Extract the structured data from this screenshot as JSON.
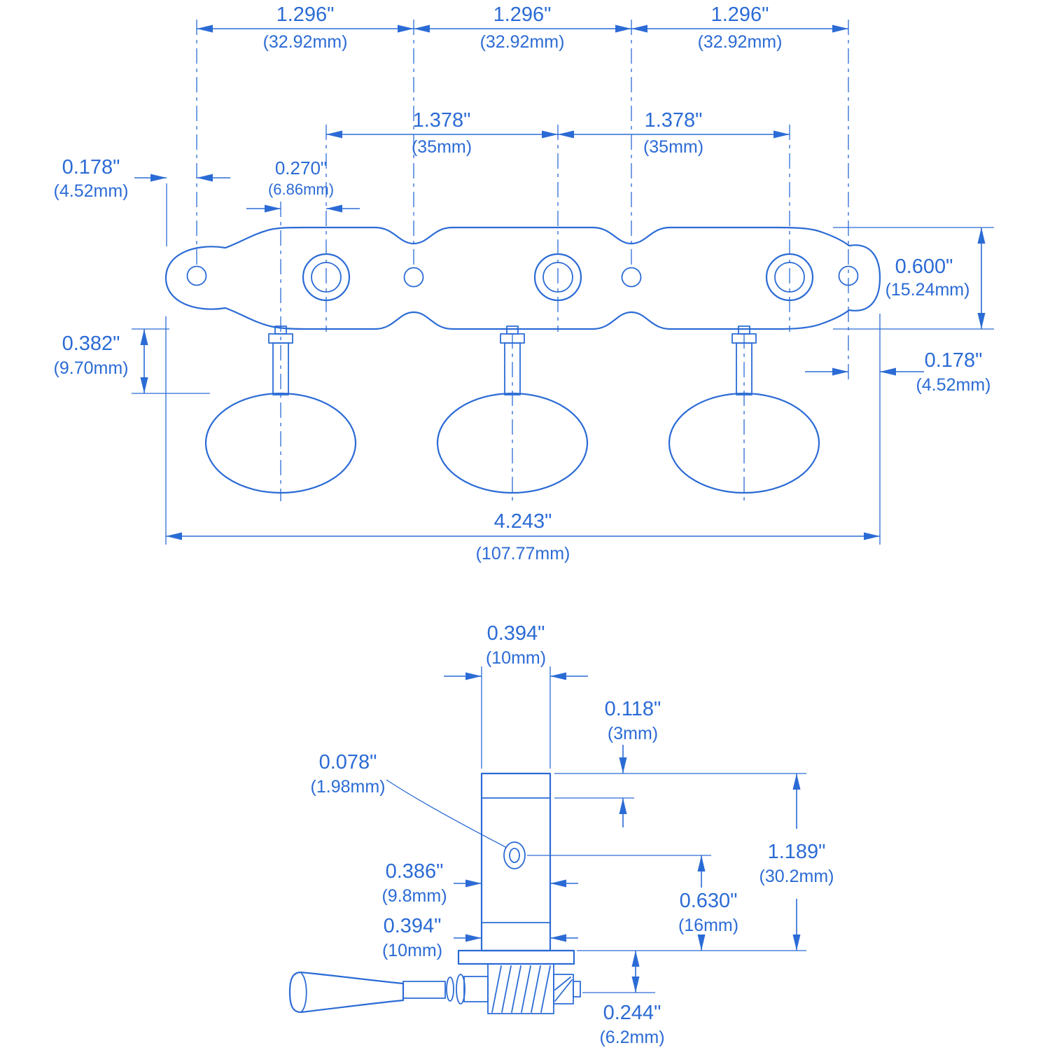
{
  "title": "Guitar tuning machine dimensioned drawing",
  "colors": {
    "ink": "#2B6BD5",
    "background": "#FFFFFF"
  },
  "plate_view": {
    "hole_spacing_1": {
      "in": "1.296\"",
      "mm": "(32.92mm)"
    },
    "hole_spacing_2": {
      "in": "1.296\"",
      "mm": "(32.92mm)"
    },
    "hole_spacing_3": {
      "in": "1.296\"",
      "mm": "(32.92mm)"
    },
    "post_spacing_1": {
      "in": "1.378\"",
      "mm": "(35mm)"
    },
    "post_spacing_2": {
      "in": "1.378\"",
      "mm": "(35mm)"
    },
    "end_to_hole_left": {
      "in": "0.178\"",
      "mm": "(4.52mm)"
    },
    "button_offset": {
      "in": "0.270\"",
      "mm": "(6.86mm)"
    },
    "plate_height": {
      "in": "0.600\"",
      "mm": "(15.24mm)"
    },
    "button_clearance": {
      "in": "0.382\"",
      "mm": "(9.70mm)"
    },
    "end_to_hole_right": {
      "in": "0.178\"",
      "mm": "(4.52mm)"
    },
    "overall_length": {
      "in": "4.243\"",
      "mm": "(107.77mm)"
    }
  },
  "post_view": {
    "post_top_width": {
      "in": "0.394\"",
      "mm": "(10mm)"
    },
    "cap_height": {
      "in": "0.118\"",
      "mm": "(3mm)"
    },
    "string_hole": {
      "in": "0.078\"",
      "mm": "(1.98mm)"
    },
    "body_width": {
      "in": "0.386\"",
      "mm": "(9.8mm)"
    },
    "base_width": {
      "in": "0.394\"",
      "mm": "(10mm)"
    },
    "hole_to_base": {
      "in": "0.630\"",
      "mm": "(16mm)"
    },
    "post_height": {
      "in": "1.189\"",
      "mm": "(30.2mm)"
    },
    "gear_depth": {
      "in": "0.244\"",
      "mm": "(6.2mm)"
    }
  }
}
